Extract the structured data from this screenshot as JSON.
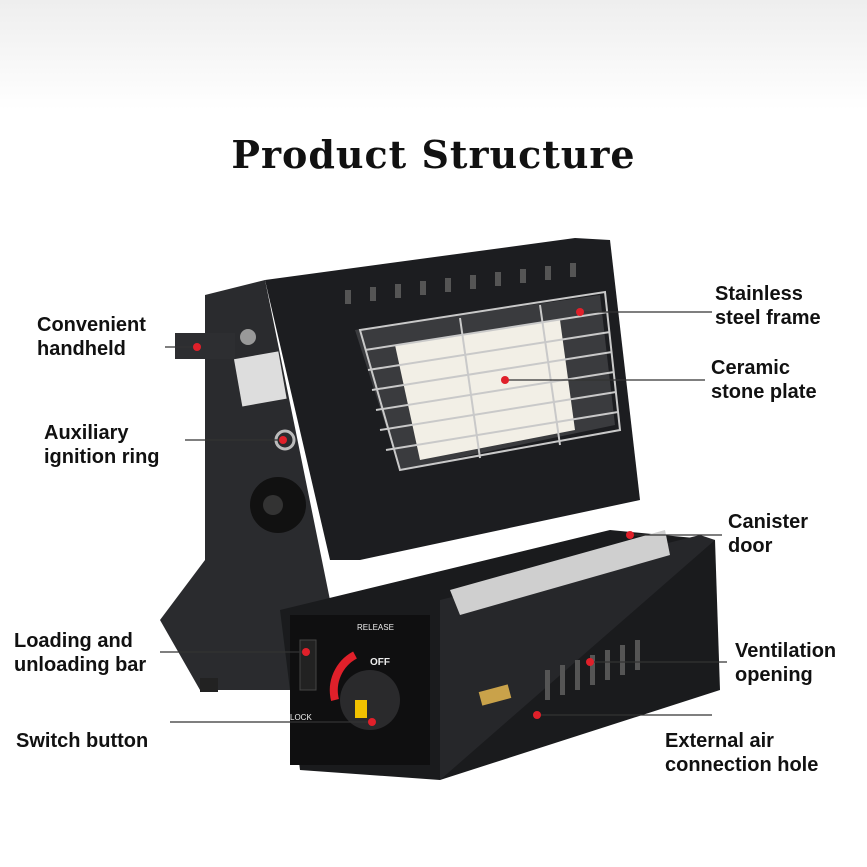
{
  "title": "Product Structure",
  "labels": {
    "handheld": [
      "Convenient",
      "handheld"
    ],
    "ignition": [
      "Auxiliary",
      "ignition ring"
    ],
    "loading": [
      "Loading and",
      "unloading bar"
    ],
    "switch": [
      "Switch button"
    ],
    "frame": [
      "Stainless",
      "steel frame"
    ],
    "plate": [
      "Ceramic",
      "stone plate"
    ],
    "door": [
      "Canister",
      "door"
    ],
    "vent": [
      "Ventilation",
      "opening"
    ],
    "air": [
      "External air",
      "connection hole"
    ]
  },
  "knob": {
    "release": "RELEASE",
    "off": "OFF",
    "lock": "LOCK"
  },
  "colors": {
    "marker": "#e0202a",
    "body": "#1e1f22",
    "ceramic": "#f2efe6"
  }
}
